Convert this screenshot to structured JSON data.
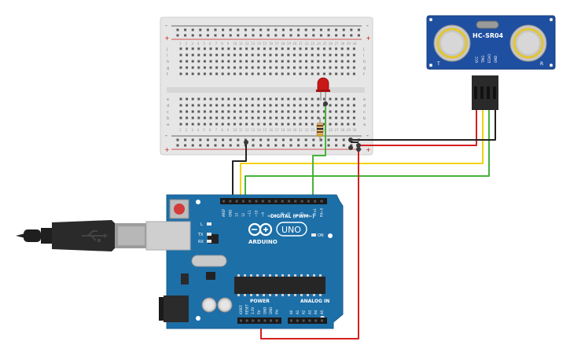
{
  "sensor": {
    "model": "HC-SR04",
    "left_mark": "T",
    "right_mark": "R",
    "pins": [
      "VCC",
      "TRIG",
      "ECHO",
      "GND"
    ]
  },
  "breadboard": {
    "rail_minus": "-",
    "rail_plus": "+",
    "row_letters_top": [
      "j",
      "i",
      "h",
      "g",
      "f"
    ],
    "row_letters_bottom": [
      "e",
      "d",
      "c",
      "b",
      "a"
    ],
    "column_numbers": [
      "1",
      "2",
      "3",
      "4",
      "5",
      "6",
      "7",
      "8",
      "9",
      "10",
      "11",
      "12",
      "13",
      "14",
      "15",
      "16",
      "17",
      "18",
      "19",
      "20",
      "21",
      "22",
      "23",
      "24",
      "25",
      "26",
      "27",
      "28",
      "29",
      "30"
    ]
  },
  "arduino": {
    "brand": "ARDUINO",
    "model": "UNO",
    "digital_label": "DIGITAL (PWM~)",
    "power_label": "POWER",
    "analog_label": "ANALOG IN",
    "on_label": "ON",
    "led_labels": [
      "L",
      "TX",
      "RX"
    ],
    "digital_pins": [
      "AREF",
      "GND",
      "13",
      "12",
      "~11",
      "~10",
      "~9",
      "8",
      "7",
      "~6",
      "~5",
      "4",
      "~3",
      "2",
      "TX➔1",
      "RX←0"
    ],
    "power_pins": [
      "IOREF",
      "RESET",
      "3.3V",
      "5V",
      "GND",
      "GND",
      "Vin"
    ],
    "analog_pins": [
      "A0",
      "A1",
      "A2",
      "A3",
      "A4",
      "A5"
    ]
  },
  "colors": {
    "board_blue": "#1d6fa8",
    "breadboard": "#e4e4e4",
    "sensor_blue": "#1f4fa0",
    "wire_red": "#d61f1f",
    "wire_yellow": "#f1d200",
    "wire_green": "#45b33b",
    "wire_black": "#222222",
    "led_red": "#c91818"
  }
}
